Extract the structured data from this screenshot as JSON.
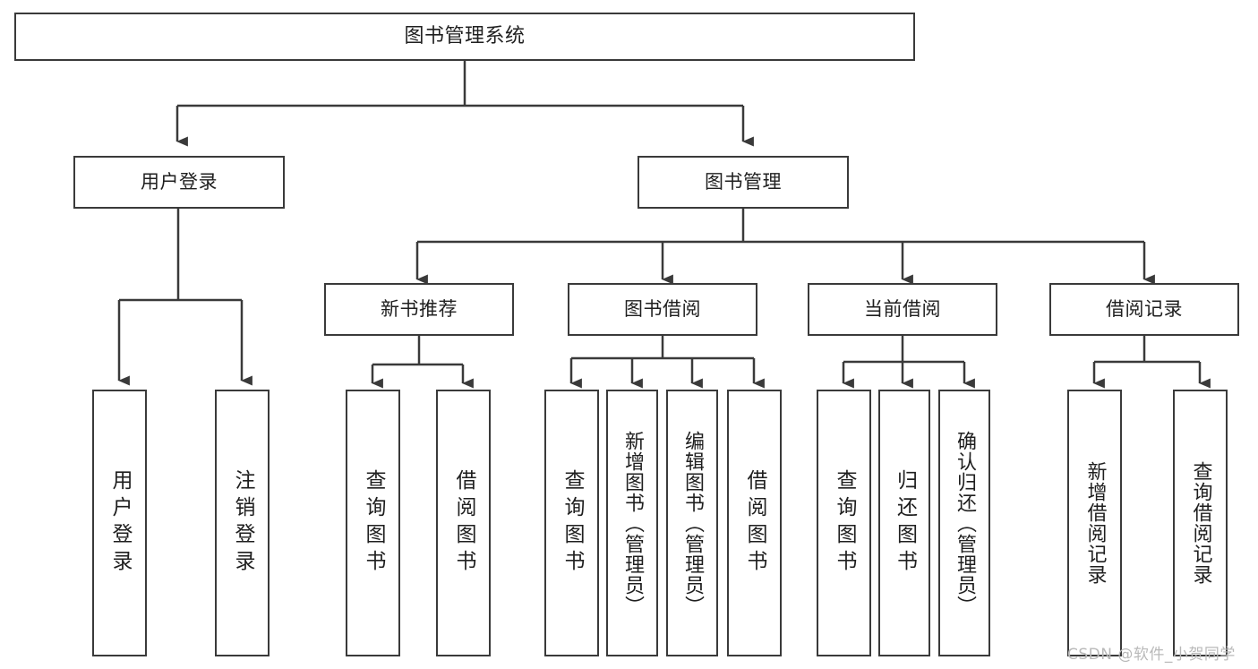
{
  "diagram": {
    "title": "图书管理系统",
    "type": "functional-structure-tree",
    "watermark": "CSDN @软件_小贺同学",
    "colors": {
      "border": "#3a3a3a",
      "text": "#1f1f1f",
      "background": "#ffffff",
      "watermark": "#b9b9b9"
    },
    "root": {
      "label": "图书管理系统"
    },
    "level1": [
      {
        "id": "user-login",
        "label": "用户登录"
      },
      {
        "id": "book-manage",
        "label": "图书管理"
      }
    ],
    "level2": [
      {
        "id": "new-book-recommend",
        "label": "新书推荐",
        "parent": "book-manage"
      },
      {
        "id": "book-borrow",
        "label": "图书借阅",
        "parent": "book-manage"
      },
      {
        "id": "current-borrow",
        "label": "当前借阅",
        "parent": "book-manage"
      },
      {
        "id": "borrow-record",
        "label": "借阅记录",
        "parent": "book-manage"
      }
    ],
    "leaves": [
      {
        "id": "leaf-user-login",
        "label": "用户登录",
        "parent": "user-login"
      },
      {
        "id": "leaf-user-logout",
        "label": "注销登录",
        "parent": "user-login"
      },
      {
        "id": "leaf-query-book-1",
        "label": "查询图书",
        "parent": "new-book-recommend"
      },
      {
        "id": "leaf-borrow-book-1",
        "label": "借阅图书",
        "parent": "new-book-recommend"
      },
      {
        "id": "leaf-query-book-2",
        "label": "查询图书",
        "parent": "book-borrow"
      },
      {
        "id": "leaf-add-book",
        "label": "新增图书（管理员）",
        "parent": "book-borrow"
      },
      {
        "id": "leaf-edit-book",
        "label": "编辑图书（管理员）",
        "parent": "book-borrow"
      },
      {
        "id": "leaf-borrow-book-2",
        "label": "借阅图书",
        "parent": "book-borrow"
      },
      {
        "id": "leaf-query-book-3",
        "label": "查询图书",
        "parent": "current-borrow"
      },
      {
        "id": "leaf-return-book",
        "label": "归还图书",
        "parent": "current-borrow"
      },
      {
        "id": "leaf-confirm-return",
        "label": "确认归还（管理员）",
        "parent": "current-borrow"
      },
      {
        "id": "leaf-add-record",
        "label": "新增借阅记录",
        "parent": "borrow-record"
      },
      {
        "id": "leaf-query-record",
        "label": "查询借阅记录",
        "parent": "borrow-record"
      }
    ]
  }
}
